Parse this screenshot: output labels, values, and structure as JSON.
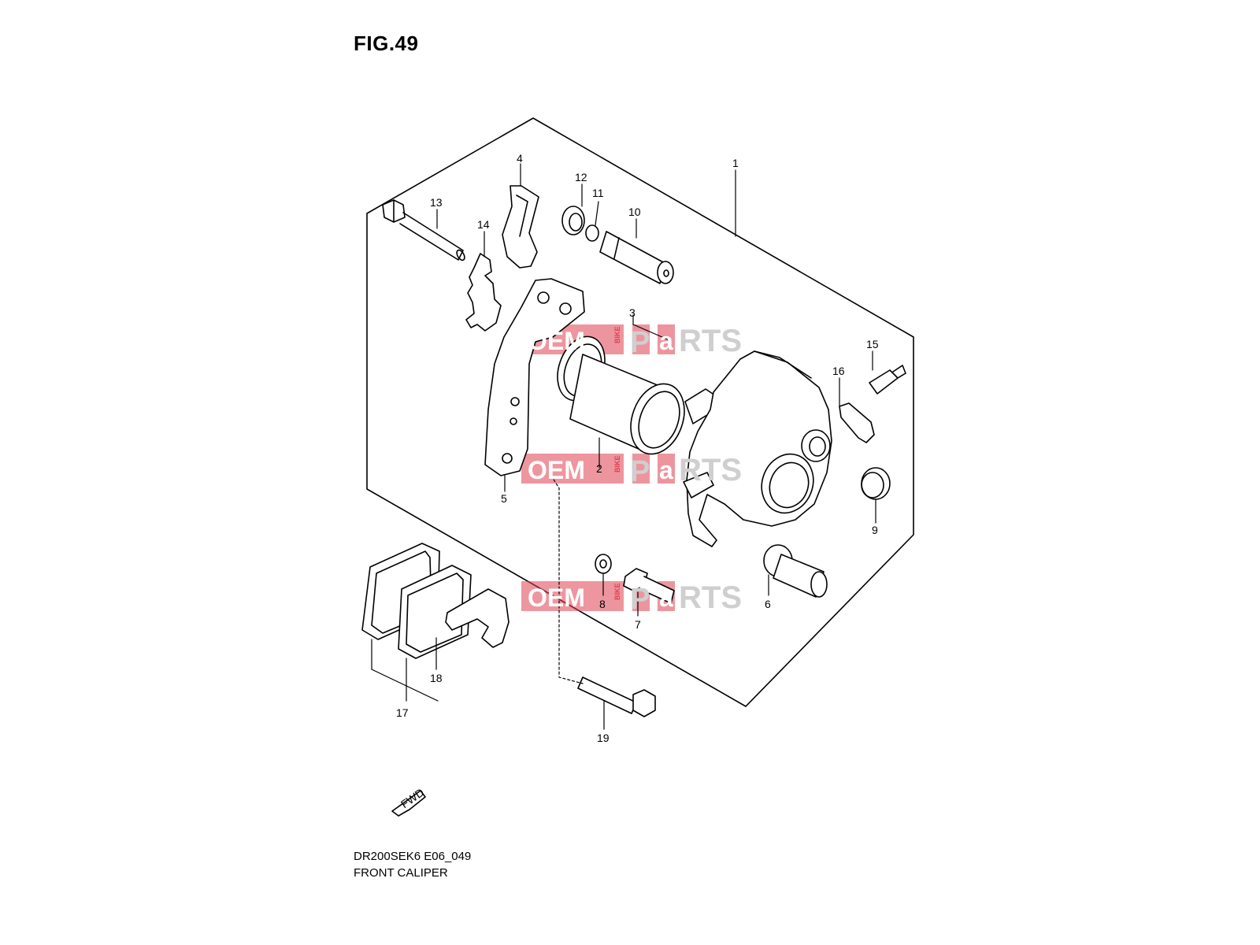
{
  "figure": {
    "title": "FIG.49",
    "model_code": "DR200SEK6 E06_049",
    "name": "FRONT CALIPER"
  },
  "watermark": {
    "text_oem": "OEM",
    "text_bike": "BIKE",
    "text_parts_p": "P",
    "text_parts_a": "a",
    "text_parts_rts": "RTS",
    "color": "#e04050"
  },
  "direction_marker": {
    "label": "FWD"
  },
  "callouts": {
    "c1": "1",
    "c2": "2",
    "c3": "3",
    "c4": "4",
    "c5": "5",
    "c6": "6",
    "c7": "7",
    "c8": "8",
    "c9": "9",
    "c10": "10",
    "c11": "11",
    "c12": "12",
    "c13": "13",
    "c14": "14",
    "c15": "15",
    "c16": "16",
    "c17": "17",
    "c18": "18",
    "c19": "19"
  }
}
